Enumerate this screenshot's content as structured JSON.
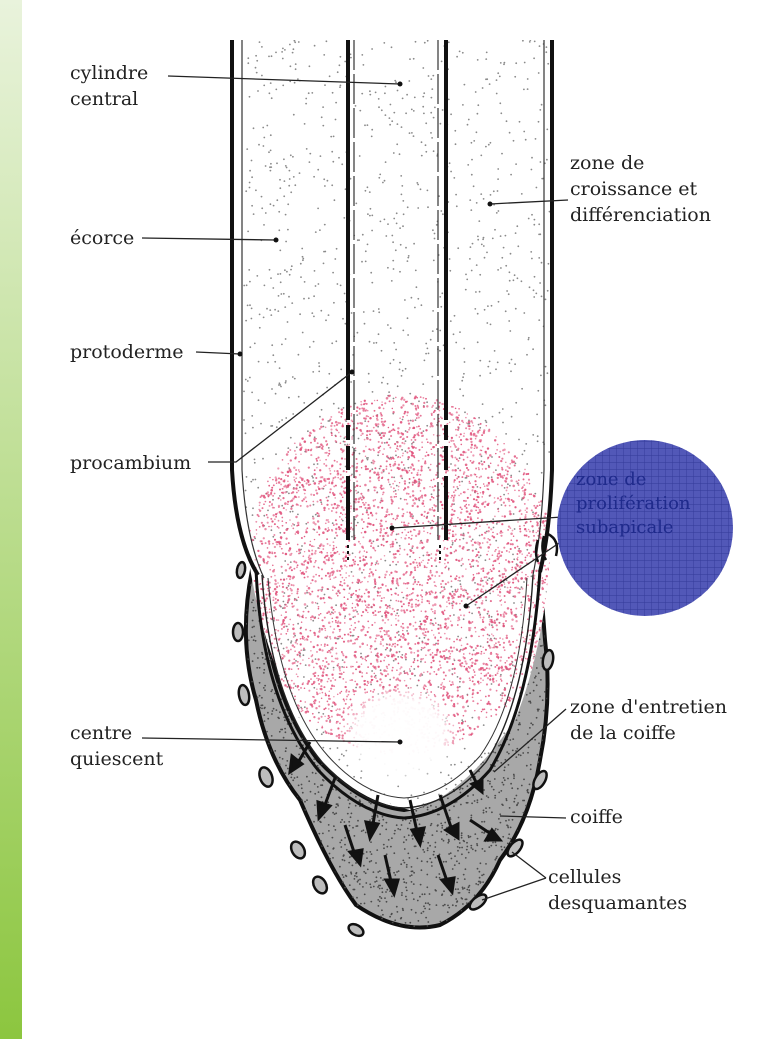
{
  "colors": {
    "side_bar_top": "#e9f3dc",
    "side_bar_bottom": "#8cc63f",
    "ink": "#222222",
    "proliferation_dots": "#e0507a",
    "cap_fill": "#9a9a9a",
    "highlight_circle": "#5258b8",
    "highlight_grid": "#2b3290"
  },
  "labels": {
    "cylindre_central": [
      "cylindre",
      "central"
    ],
    "ecorce": "écorce",
    "protoderme": "protoderme",
    "procambium": "procambium",
    "centre_quiescent": [
      "centre",
      "quiescent"
    ],
    "zone_croissance": [
      "zone  de",
      "croissance et",
      "différenciation"
    ],
    "zone_proliferation": [
      "zone de",
      "prolifération",
      "subapicale"
    ],
    "zone_entretien": [
      "zone d'entretien",
      "de la coiffe"
    ],
    "coiffe": "coiffe",
    "cellules_desquamantes": [
      "cellules",
      "desquamantes"
    ]
  }
}
